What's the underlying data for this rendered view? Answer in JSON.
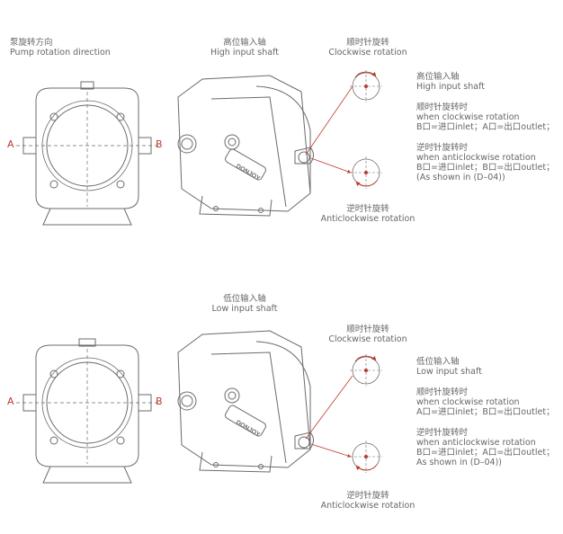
{
  "header": {
    "direction_cn": "泵旋转方向",
    "direction_en": "Pump rotation direction"
  },
  "port_labels": {
    "a": "A",
    "b": "B"
  },
  "brand": "DONJOY",
  "top": {
    "shaft_cn": "高位输入轴",
    "shaft_en": "High input shaft",
    "cw_cn": "顺时针旋转",
    "cw_en": "Clockwise rotation",
    "acw_cn": "逆时针旋转",
    "acw_en": "Anticlockwise rotation",
    "note": {
      "title_cn": "高位输入轴",
      "title_en": "High input shaft",
      "cw_head_cn": "顺时针旋转时",
      "cw_head_en": "when clockwise rotation",
      "cw_ports": "B口=进口inlet；A口=出口outlet；",
      "acw_head_cn": "逆时针旋转时",
      "acw_head_en": "when anticlockwise rotation",
      "acw_ports": "B口=进口inlet；B口=出口outlet；",
      "acw_ref": "(As shown in (D–04))"
    }
  },
  "bottom": {
    "shaft_cn": "低位输入轴",
    "shaft_en": "Low input shaft",
    "cw_cn": "顺时针旋转",
    "cw_en": "Clockwise rotation",
    "acw_cn": "逆时针旋转",
    "acw_en": "Anticlockwise rotation",
    "note": {
      "title_cn": "低位输入轴",
      "title_en": "Low input shaft",
      "cw_head_cn": "顺时针旋转时",
      "cw_head_en": "when clockwise rotation",
      "cw_ports": "A口=进口inlet；B口=出口outlet；",
      "acw_head_cn": "逆时针旋转时",
      "acw_head_en": "when anticlockwise rotation",
      "acw_ports": "B口=进口inlet；A口=出口outlet；",
      "acw_ref": "As shown in (D–04))"
    }
  },
  "colors": {
    "line": "#6b6b6b",
    "accent": "#c0392b"
  }
}
